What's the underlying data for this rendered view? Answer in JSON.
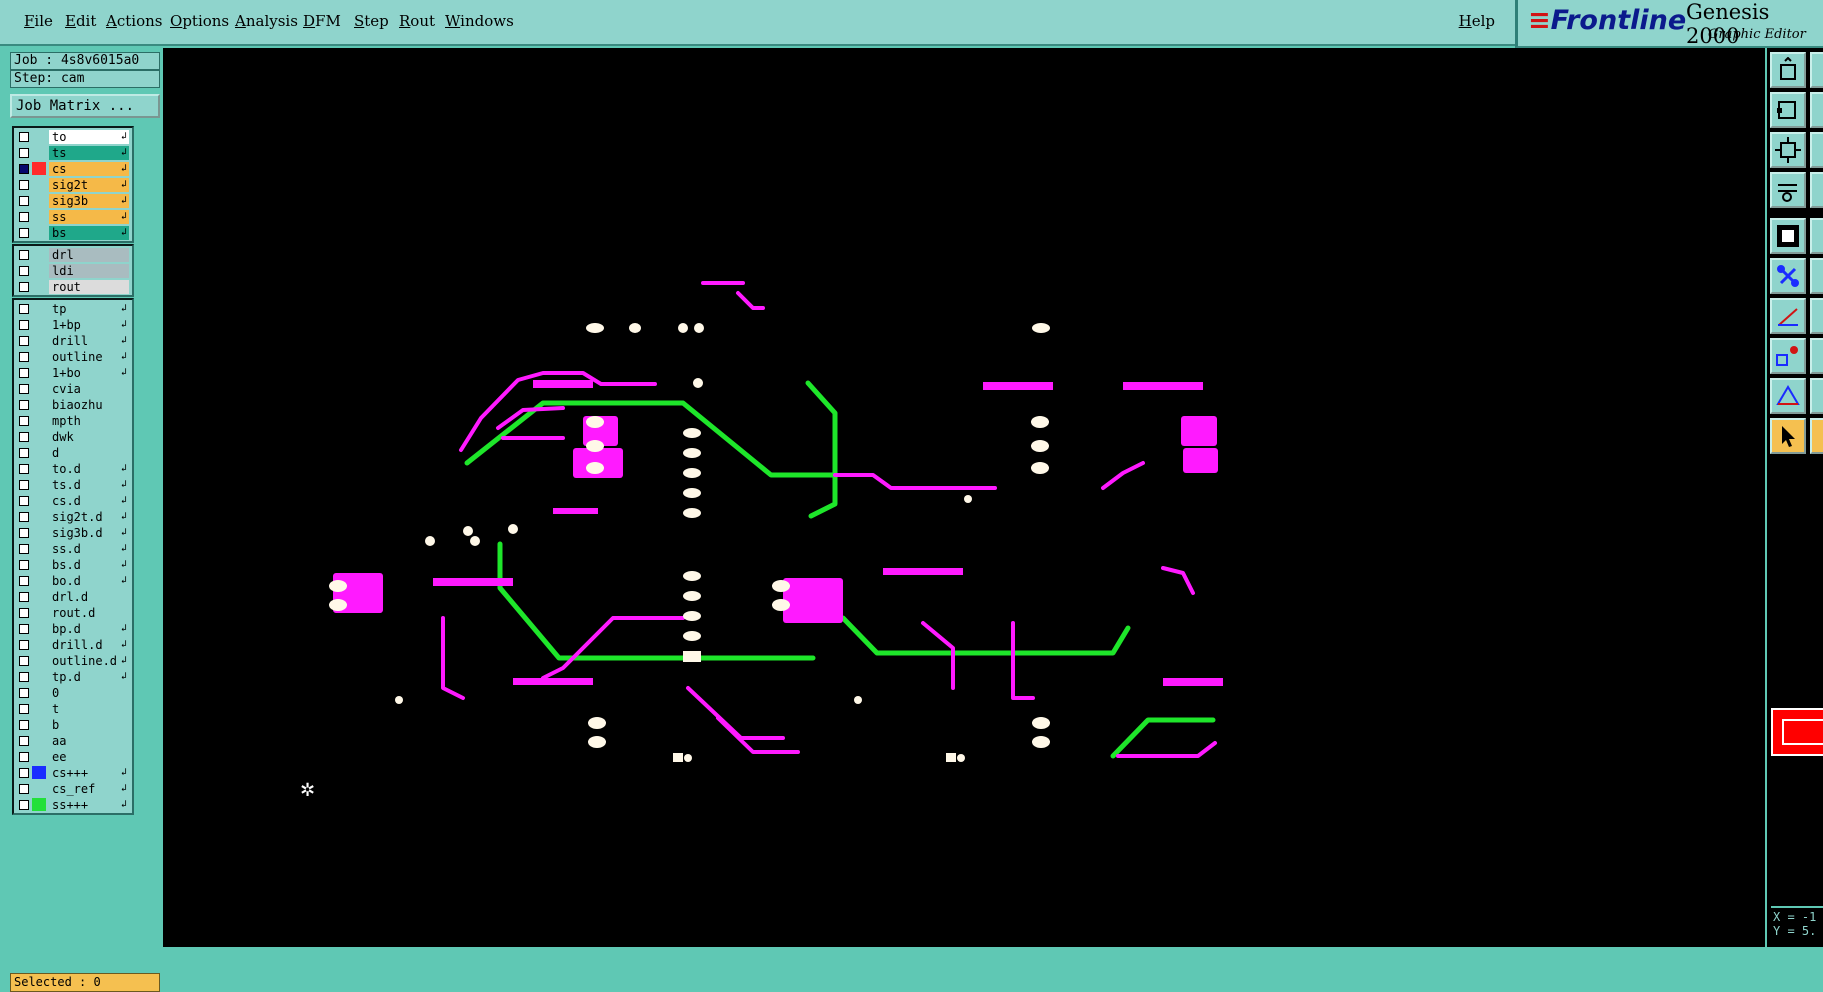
{
  "menu": {
    "items": [
      "File",
      "Edit",
      "Actions",
      "Options",
      "Analysis",
      "DFM",
      "Step",
      "Rout",
      "Windows"
    ],
    "help": "Help"
  },
  "brand": {
    "logo": "Frontline",
    "product": "Genesis 2000",
    "subtitle": "Graphic Editor"
  },
  "info": {
    "job": "Job : 4s8v6015a0",
    "step": "Step: cam",
    "matrix_button": "Job Matrix ..."
  },
  "layers": {
    "board": [
      {
        "name": "to",
        "color": "#ffffff",
        "arrow": true,
        "checked": false,
        "swatch": ""
      },
      {
        "name": "ts",
        "color": "#1fa88a",
        "arrow": true,
        "checked": false,
        "swatch": ""
      },
      {
        "name": "cs",
        "color": "#f5b948",
        "arrow": true,
        "checked": true,
        "swatch": "#ff2a2a"
      },
      {
        "name": "sig2t",
        "color": "#f5b948",
        "arrow": true,
        "checked": false,
        "swatch": ""
      },
      {
        "name": "sig3b",
        "color": "#f5b948",
        "arrow": true,
        "checked": false,
        "swatch": ""
      },
      {
        "name": "ss",
        "color": "#f5b948",
        "arrow": true,
        "checked": false,
        "swatch": ""
      },
      {
        "name": "bs",
        "color": "#1fa88a",
        "arrow": true,
        "checked": false,
        "swatch": ""
      }
    ],
    "drill": [
      {
        "name": "drl",
        "color": "#a9bcc0",
        "arrow": false,
        "checked": false,
        "swatch": ""
      },
      {
        "name": "ldi",
        "color": "#a9bcc0",
        "arrow": false,
        "checked": false,
        "swatch": ""
      },
      {
        "name": "rout",
        "color": "#dcdcdc",
        "arrow": false,
        "checked": false,
        "swatch": ""
      }
    ],
    "misc": [
      {
        "name": "tp",
        "color": "#8fd4cc",
        "arrow": true,
        "checked": false,
        "swatch": ""
      },
      {
        "name": "1+bp",
        "color": "#8fd4cc",
        "arrow": true,
        "checked": false,
        "swatch": ""
      },
      {
        "name": "drill",
        "color": "#8fd4cc",
        "arrow": true,
        "checked": false,
        "swatch": ""
      },
      {
        "name": "outline",
        "color": "#8fd4cc",
        "arrow": true,
        "checked": false,
        "swatch": ""
      },
      {
        "name": "1+bo",
        "color": "#8fd4cc",
        "arrow": true,
        "checked": false,
        "swatch": ""
      },
      {
        "name": "cvia",
        "color": "#8fd4cc",
        "arrow": false,
        "checked": false,
        "swatch": ""
      },
      {
        "name": "biaozhu",
        "color": "#8fd4cc",
        "arrow": false,
        "checked": false,
        "swatch": ""
      },
      {
        "name": "mpth",
        "color": "#8fd4cc",
        "arrow": false,
        "checked": false,
        "swatch": ""
      },
      {
        "name": "dwk",
        "color": "#8fd4cc",
        "arrow": false,
        "checked": false,
        "swatch": ""
      },
      {
        "name": "d",
        "color": "#8fd4cc",
        "arrow": false,
        "checked": false,
        "swatch": ""
      },
      {
        "name": "to.d",
        "color": "#8fd4cc",
        "arrow": true,
        "checked": false,
        "swatch": ""
      },
      {
        "name": "ts.d",
        "color": "#8fd4cc",
        "arrow": true,
        "checked": false,
        "swatch": ""
      },
      {
        "name": "cs.d",
        "color": "#8fd4cc",
        "arrow": true,
        "checked": false,
        "swatch": ""
      },
      {
        "name": "sig2t.d",
        "color": "#8fd4cc",
        "arrow": true,
        "checked": false,
        "swatch": ""
      },
      {
        "name": "sig3b.d",
        "color": "#8fd4cc",
        "arrow": true,
        "checked": false,
        "swatch": ""
      },
      {
        "name": "ss.d",
        "color": "#8fd4cc",
        "arrow": true,
        "checked": false,
        "swatch": ""
      },
      {
        "name": "bs.d",
        "color": "#8fd4cc",
        "arrow": true,
        "checked": false,
        "swatch": ""
      },
      {
        "name": "bo.d",
        "color": "#8fd4cc",
        "arrow": true,
        "checked": false,
        "swatch": ""
      },
      {
        "name": "drl.d",
        "color": "#8fd4cc",
        "arrow": false,
        "checked": false,
        "swatch": ""
      },
      {
        "name": "rout.d",
        "color": "#8fd4cc",
        "arrow": false,
        "checked": false,
        "swatch": ""
      },
      {
        "name": "bp.d",
        "color": "#8fd4cc",
        "arrow": true,
        "checked": false,
        "swatch": ""
      },
      {
        "name": "drill.d",
        "color": "#8fd4cc",
        "arrow": true,
        "checked": false,
        "swatch": ""
      },
      {
        "name": "outline.d",
        "color": "#8fd4cc",
        "arrow": true,
        "checked": false,
        "swatch": ""
      },
      {
        "name": "tp.d",
        "color": "#8fd4cc",
        "arrow": true,
        "checked": false,
        "swatch": ""
      },
      {
        "name": "0",
        "color": "#8fd4cc",
        "arrow": false,
        "checked": false,
        "swatch": ""
      },
      {
        "name": "t",
        "color": "#8fd4cc",
        "arrow": false,
        "checked": false,
        "swatch": ""
      },
      {
        "name": "b",
        "color": "#8fd4cc",
        "arrow": false,
        "checked": false,
        "swatch": ""
      },
      {
        "name": "aa",
        "color": "#8fd4cc",
        "arrow": false,
        "checked": false,
        "swatch": ""
      },
      {
        "name": "ee",
        "color": "#8fd4cc",
        "arrow": false,
        "checked": false,
        "swatch": ""
      },
      {
        "name": "cs+++",
        "color": "#8fd4cc",
        "arrow": true,
        "checked": false,
        "swatch": "#1a2cff"
      },
      {
        "name": "cs_ref",
        "color": "#8fd4cc",
        "arrow": true,
        "checked": false,
        "swatch": ""
      },
      {
        "name": "ss+++",
        "color": "#8fd4cc",
        "arrow": true,
        "checked": false,
        "swatch": "#22e03a"
      }
    ]
  },
  "status": {
    "selected": "Selected : 0",
    "coord_x": "X = -1",
    "coord_y": "Y = 5."
  },
  "colors": {
    "panel": "#5fc8b4",
    "magenta_trace": "#ff1aff",
    "green_trace": "#1ee62a",
    "pad": "#fff8e8"
  },
  "toolbar": {
    "icons": [
      "layer-to-screen-icon",
      "snap-icon",
      "fit-screen-icon",
      "measure-icon",
      "highlight-icon",
      "net-icon",
      "line-icon",
      "pad-add-icon",
      "triangle-icon",
      "pointer-icon"
    ]
  }
}
